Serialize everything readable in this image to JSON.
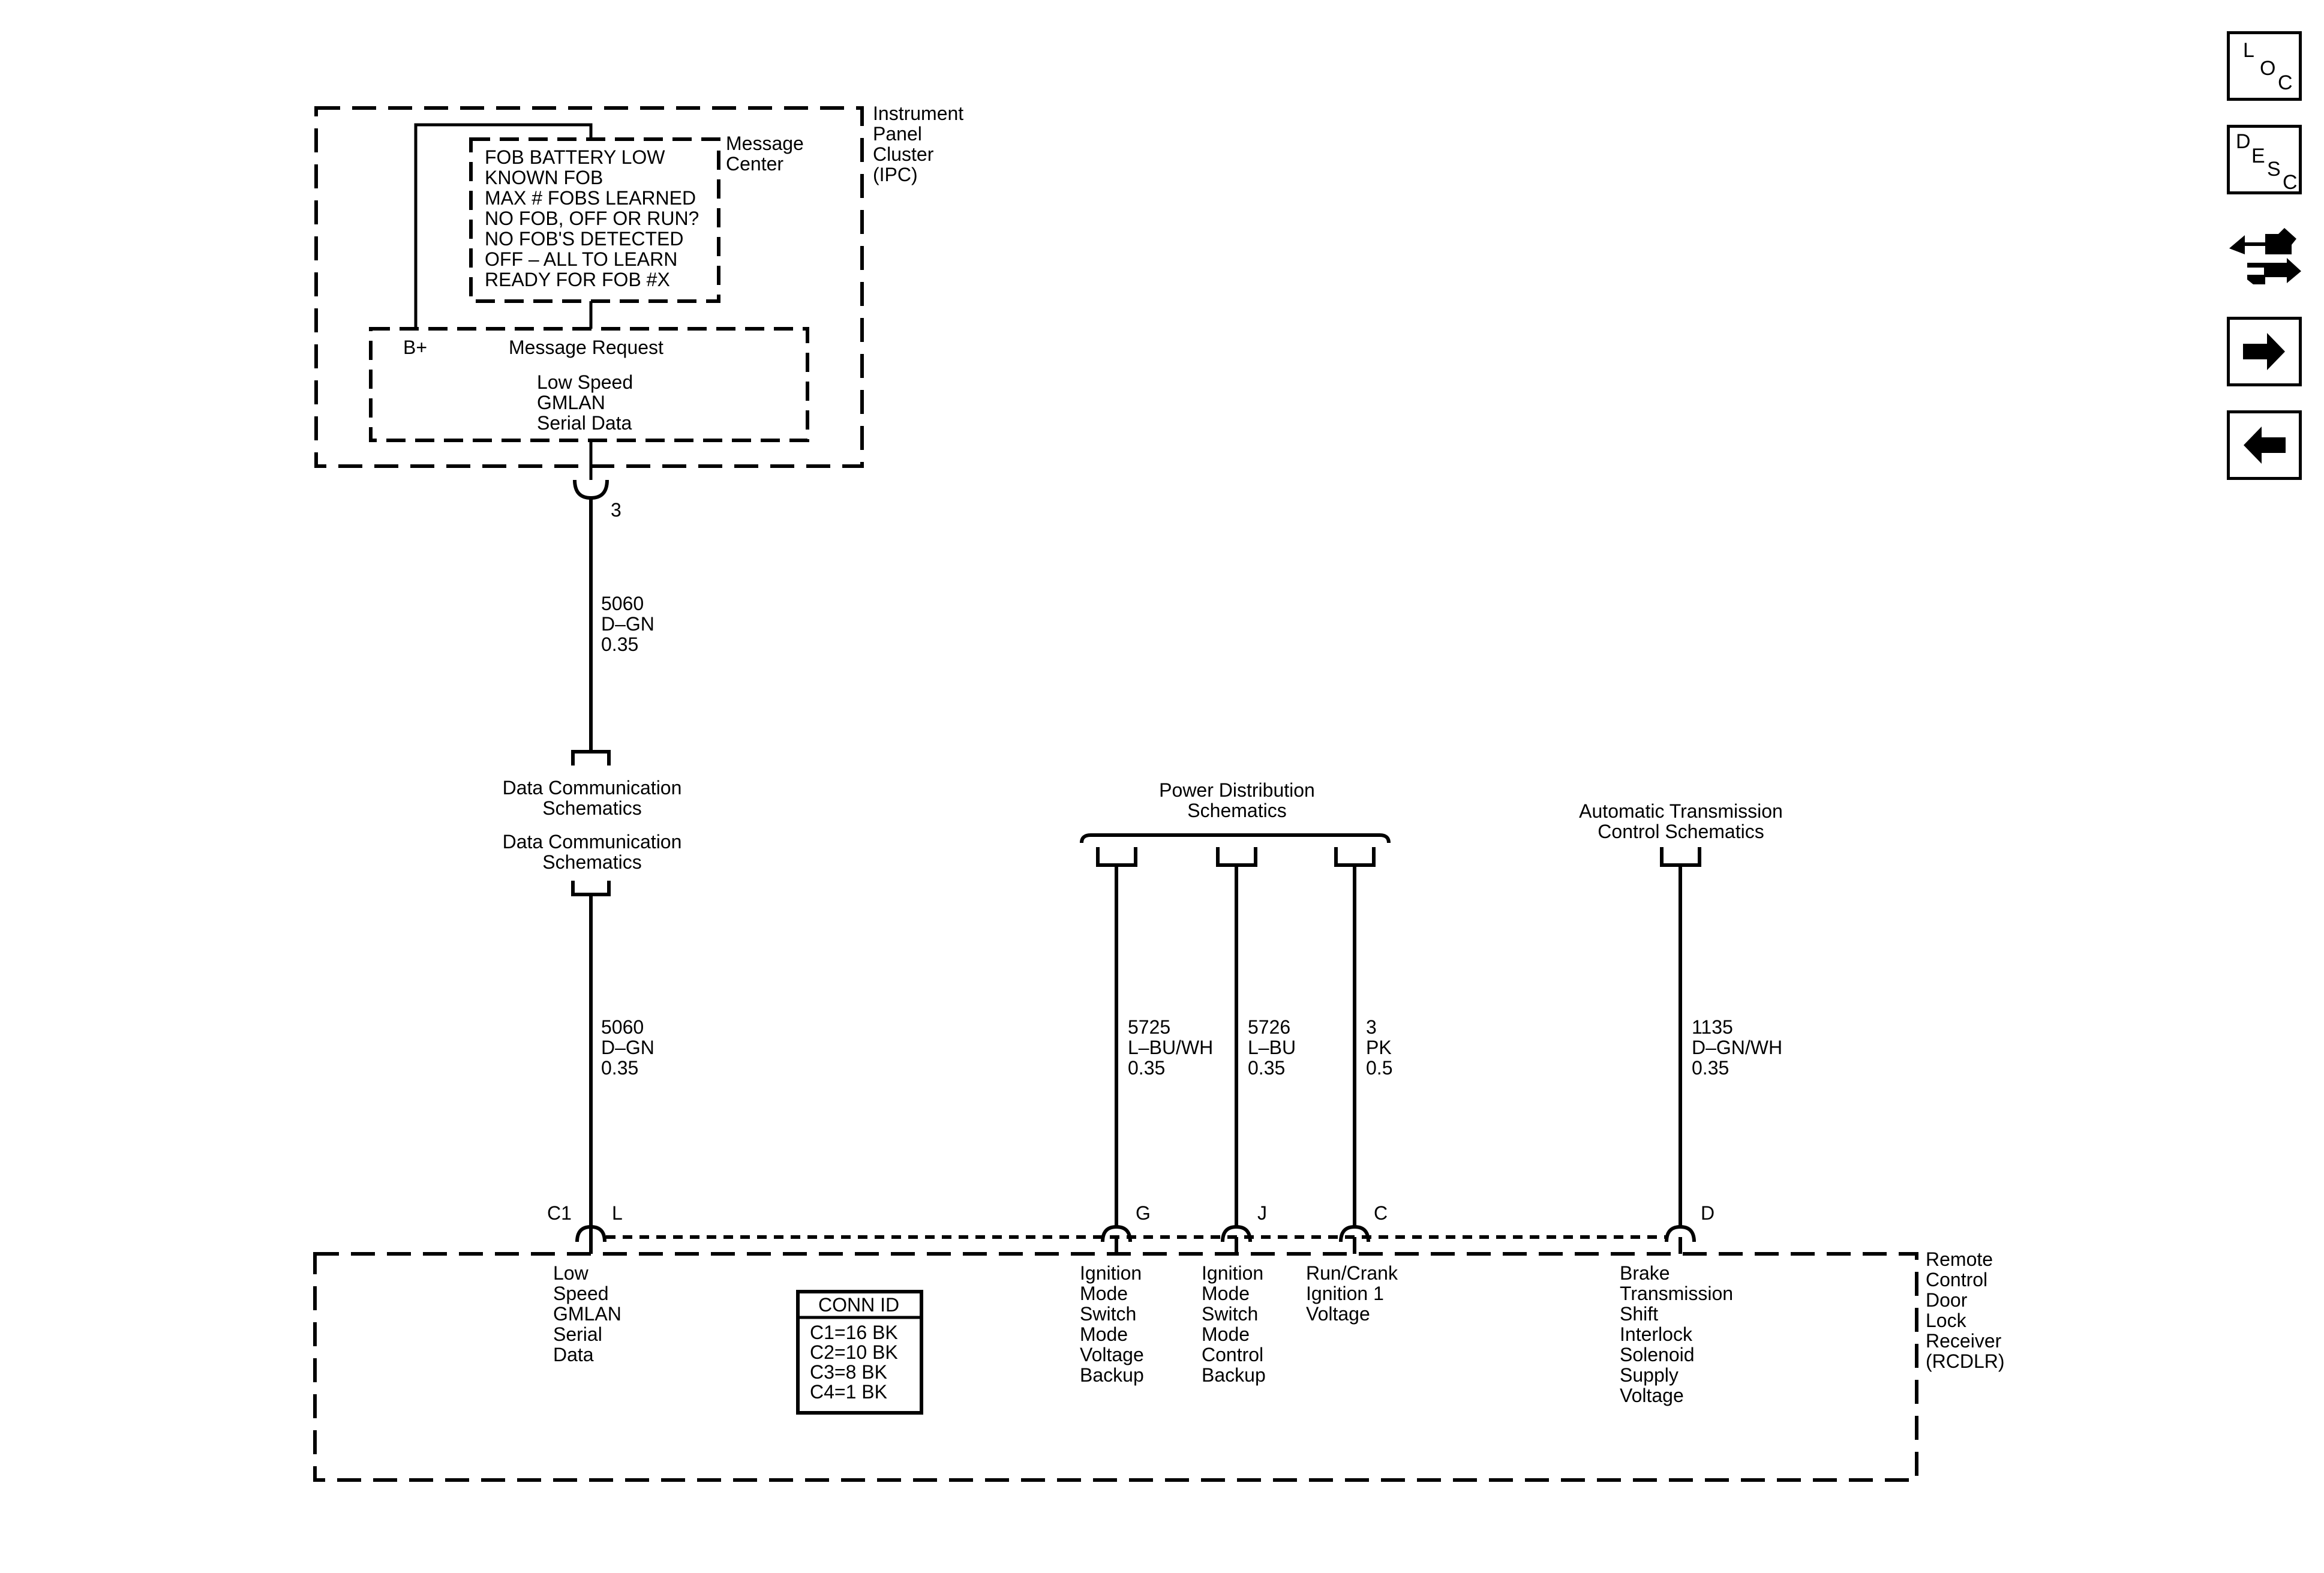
{
  "ipc": {
    "name_lines": [
      "Instrument",
      "Panel",
      "Cluster",
      "(IPC)"
    ],
    "message_center_lines": [
      "Message",
      "Center"
    ],
    "messages": [
      "FOB BATTERY LOW",
      "KNOWN FOB",
      "MAX # FOBS LEARNED",
      "NO FOB, OFF OR RUN?",
      "NO FOB'S DETECTED",
      "OFF – ALL TO LEARN",
      "READY FOR FOB #X"
    ],
    "b_plus": "B+",
    "message_request": "Message Request",
    "gmlan_lines": [
      "Low Speed",
      "GMLAN",
      "Serial Data"
    ],
    "pin": "3"
  },
  "wires": {
    "upper": [
      "5060",
      "D–GN",
      "0.35"
    ],
    "lower": [
      "5060",
      "D–GN",
      "0.35"
    ],
    "w5725": [
      "5725",
      "L–BU/WH",
      "0.35"
    ],
    "w5726": [
      "5726",
      "L–BU",
      "0.35"
    ],
    "w3": [
      "3",
      "PK",
      "0.5"
    ],
    "w1135": [
      "1135",
      "D–GN/WH",
      "0.35"
    ]
  },
  "refs": {
    "data_comm_top": [
      "Data Communication",
      "Schematics"
    ],
    "data_comm_bottom": [
      "Data Communication",
      "Schematics"
    ],
    "power_dist": [
      "Power Distribution",
      "Schematics"
    ],
    "auto_trans": [
      "Automatic Transmission",
      "Control Schematics"
    ]
  },
  "rcdlr": {
    "name_lines": [
      "Remote",
      "Control",
      "Door",
      "Lock",
      "Receiver",
      "(RCDLR)"
    ],
    "connector": "C1",
    "pins": [
      "L",
      "G",
      "J",
      "C",
      "D"
    ],
    "pin_labels": {
      "L": [
        "Low",
        "Speed",
        "GMLAN",
        "Serial",
        "Data"
      ],
      "G": [
        "Ignition",
        "Mode",
        "Switch",
        "Mode",
        "Voltage",
        "Backup"
      ],
      "J": [
        "Ignition",
        "Mode",
        "Switch",
        "Mode",
        "Control",
        "Backup"
      ],
      "C": [
        "Run/Crank",
        "Ignition 1",
        "Voltage"
      ],
      "D": [
        "Brake",
        "Transmission",
        "Shift",
        "Interlock",
        "Solenoid",
        "Supply",
        "Voltage"
      ]
    },
    "conn_id": {
      "title": "CONN ID",
      "rows": [
        "C1=16 BK",
        "C2=10 BK",
        "C3=8 BK",
        "C4=1 BK"
      ]
    }
  },
  "nav": {
    "loc": {
      "letters": [
        "L",
        "O",
        "C"
      ],
      "icon": "location-icon"
    },
    "desc": {
      "letters": [
        "D",
        "E",
        "S",
        "C"
      ],
      "icon": "description-icon"
    },
    "connector_icon": "connector-end-view-icon",
    "next_icon": "arrow-right-icon",
    "prev_icon": "arrow-left-icon"
  }
}
